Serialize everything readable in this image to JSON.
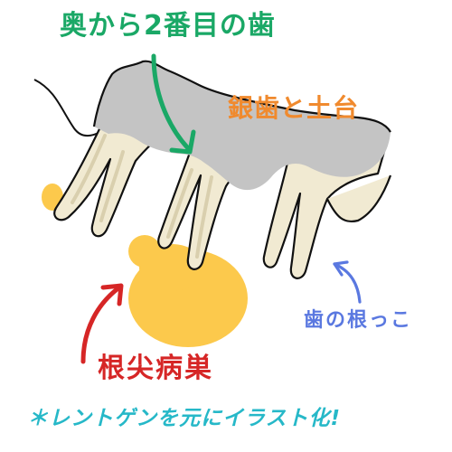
{
  "labels": {
    "second_tooth": "奥から2番目の歯",
    "crown": "銀歯と土台",
    "roots": "歯の根っこ",
    "lesion": "根尖病巣",
    "note": "＊レントゲンを元にイラスト化!"
  },
  "colors": {
    "second_tooth_label": "#1aa866",
    "crown_label": "#f08a2e",
    "roots_label": "#5a78e0",
    "lesion_label": "#d62626",
    "note_label": "#26b8c8",
    "tooth_fill": "#f1ead2",
    "crown_fill": "#c4c4c4",
    "lesion_fill": "#fcc94c",
    "outline": "#111111"
  },
  "icons": {
    "second_tooth_arrow": "arrow-down-right-icon",
    "roots_arrow": "arrow-up-left-icon",
    "lesion_arrow": "arrow-up-right-icon"
  }
}
